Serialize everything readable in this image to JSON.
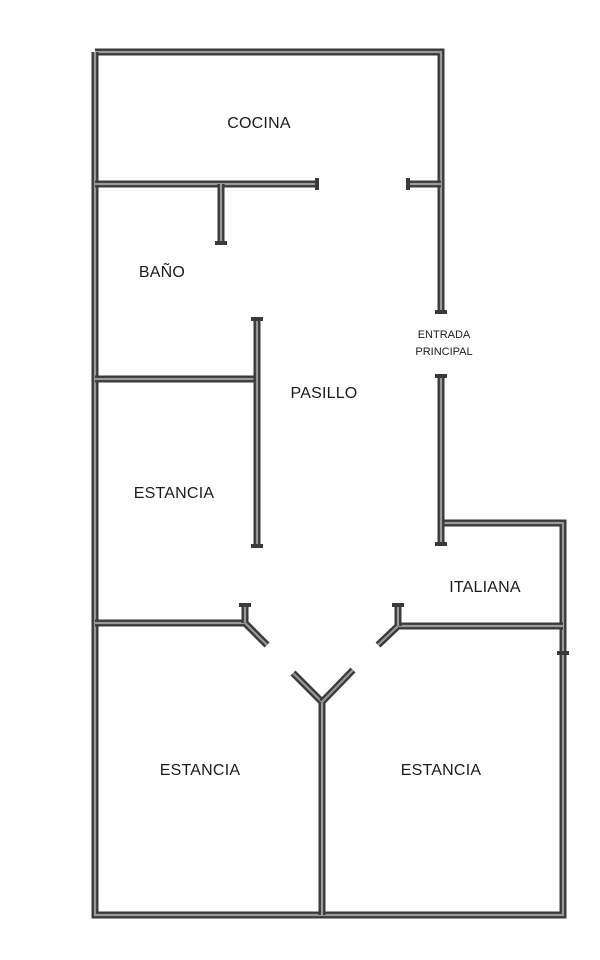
{
  "rooms": {
    "cocina": "COCINA",
    "bano": "BAÑO",
    "pasillo": "PASILLO",
    "estancia_left": "ESTANCIA",
    "italiana": "ITALIANA",
    "estancia_bottom_left": "ESTANCIA",
    "estancia_bottom_right": "ESTANCIA"
  },
  "entrance": {
    "line1": "ENTRADA",
    "line2": "PRINCIPAL"
  },
  "colors": {
    "wall": "#3a3a3a",
    "wall_inner": "#9a9a9a",
    "background": "#ffffff"
  }
}
